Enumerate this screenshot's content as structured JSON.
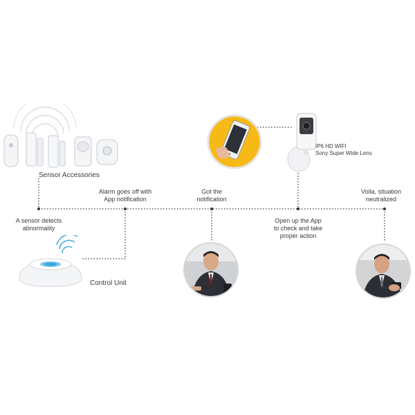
{
  "labels": {
    "sensor_accessories": "Sensor Accessories",
    "control_unit": "Control Unit",
    "camera_line1": "IP6 HD WIFI",
    "camera_line2": "Sony Super Wide Lens"
  },
  "steps": [
    {
      "lines": [
        "A sensor detects",
        "abnormality"
      ]
    },
    {
      "lines": [
        "Alarm goes off with",
        "App notification"
      ]
    },
    {
      "lines": [
        "Got the",
        "notification"
      ]
    },
    {
      "lines": [
        "Open up the App",
        "to check and take",
        "proper action"
      ]
    },
    {
      "lines": [
        "Voila, situation",
        "neutralized"
      ]
    }
  ],
  "colors": {
    "phone_circle": "#f6b915",
    "hub_light": "#3aa6e0",
    "dots": "#333333"
  },
  "icons": [
    "wifi-signal-icon",
    "door-sensor-icon",
    "pir-sensor-icon",
    "panic-button-icon",
    "control-unit-icon",
    "phone-icon",
    "camera-icon"
  ]
}
